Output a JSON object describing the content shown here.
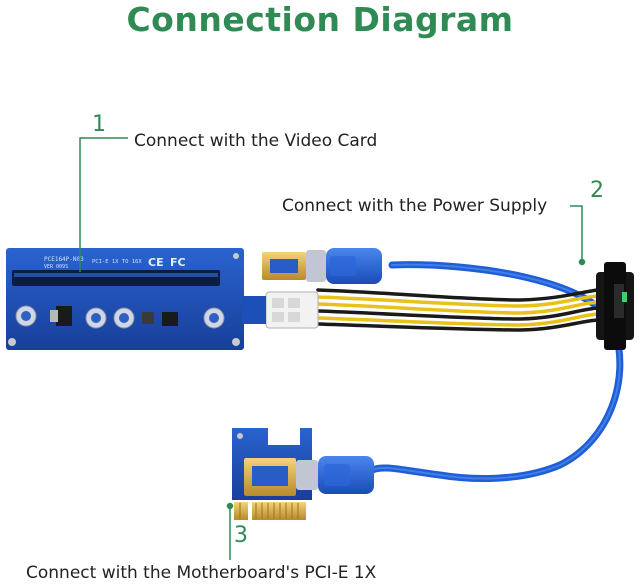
{
  "title": "Connection Diagram",
  "accent_color": "#2f8a53",
  "callouts": [
    {
      "number": "1",
      "text": "Connect with the Video Card"
    },
    {
      "number": "2",
      "text": "Connect with the Power Supply"
    },
    {
      "number": "3",
      "text": "Connect with the Motherboard's PCI-E 1X"
    }
  ],
  "board_markings": {
    "model": "PCE164P-N03",
    "version": "VER 009S",
    "interface": "PCI-E 1X TO 16X",
    "ce": "CE",
    "fc": "FC"
  },
  "colors": {
    "pcb_blue": "#1d4fb8",
    "cable_blue": "#1f5fd6",
    "gold": "#d9b24a",
    "wire_yellow": "#e8c21a",
    "wire_black": "#1a1a1a"
  }
}
